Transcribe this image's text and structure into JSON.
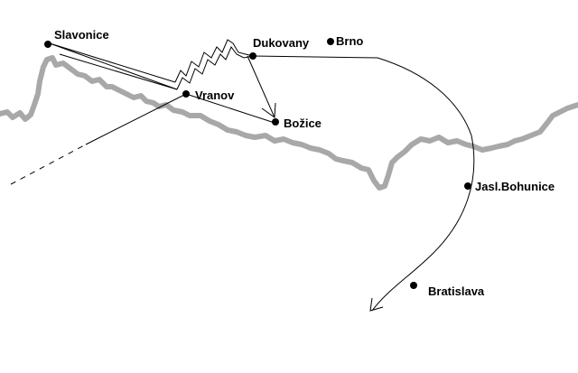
{
  "map": {
    "colors": {
      "background": "#ffffff",
      "border": "#a8a8a8",
      "ink": "#000000"
    },
    "places": [
      {
        "id": "slavonice",
        "name": "Slavonice"
      },
      {
        "id": "dukovany",
        "name": "Dukovany"
      },
      {
        "id": "brno",
        "name": "Brno"
      },
      {
        "id": "vranov",
        "name": "Vranov"
      },
      {
        "id": "bozice",
        "name": "Božice"
      },
      {
        "id": "jaslovske-bohunice",
        "name": "Jasl.Bohunice"
      },
      {
        "id": "bratislava",
        "name": "Bratislava"
      }
    ]
  }
}
